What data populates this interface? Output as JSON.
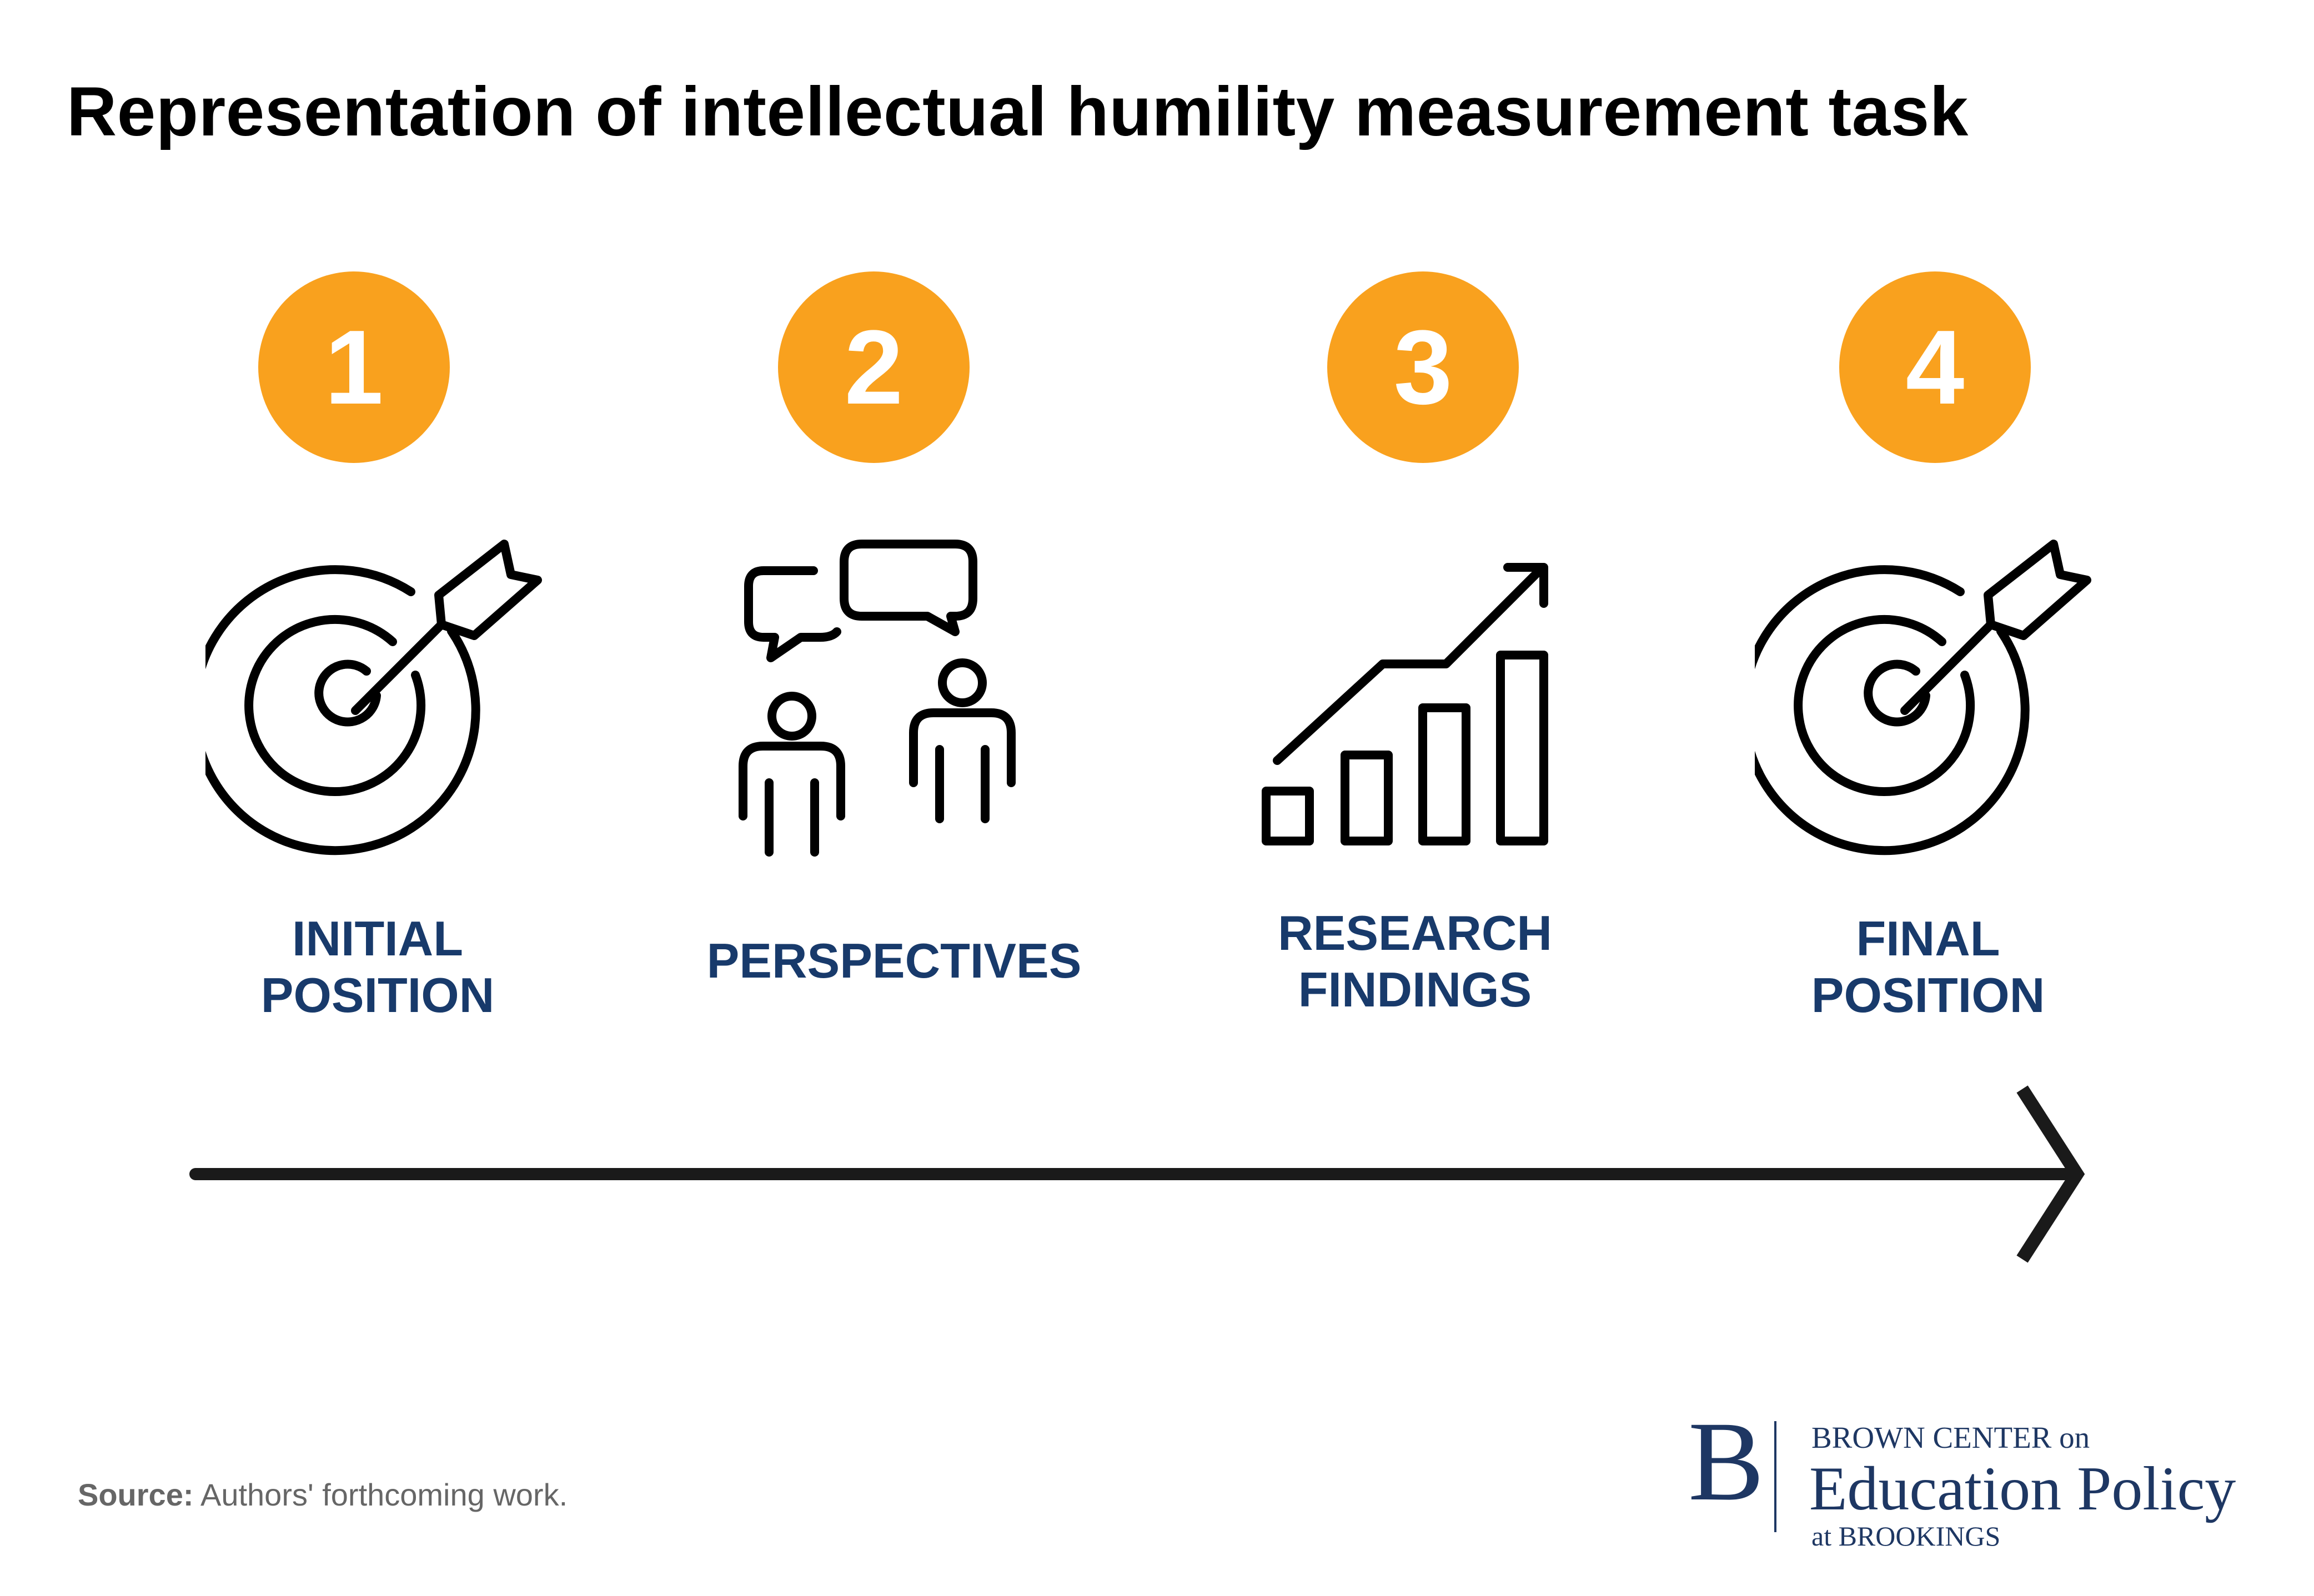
{
  "title": "Representation of intellectual humility measurement task",
  "colors": {
    "accent_orange": "#F9A11E",
    "label_navy": "#183A6B",
    "icon_black": "#000000",
    "source_gray": "#666666",
    "logo_navy": "#1E3763"
  },
  "steps": [
    {
      "number": "1",
      "label_line1": "INITIAL",
      "label_line2": "POSITION",
      "icon": "target-arrow-icon"
    },
    {
      "number": "2",
      "label_line1": "PERSPECTIVES",
      "label_line2": "",
      "icon": "people-conversation-icon"
    },
    {
      "number": "3",
      "label_line1": "RESEARCH",
      "label_line2": "FINDINGS",
      "icon": "growth-chart-icon"
    },
    {
      "number": "4",
      "label_line1": "FINAL",
      "label_line2": "POSITION",
      "icon": "target-arrow-icon"
    }
  ],
  "source": {
    "label": "Source:",
    "text": "Authors' forthcoming work."
  },
  "logo": {
    "mark": "B",
    "line1": "BROWN CENTER on",
    "line2": "Education Policy",
    "line3": "at BROOKINGS"
  }
}
